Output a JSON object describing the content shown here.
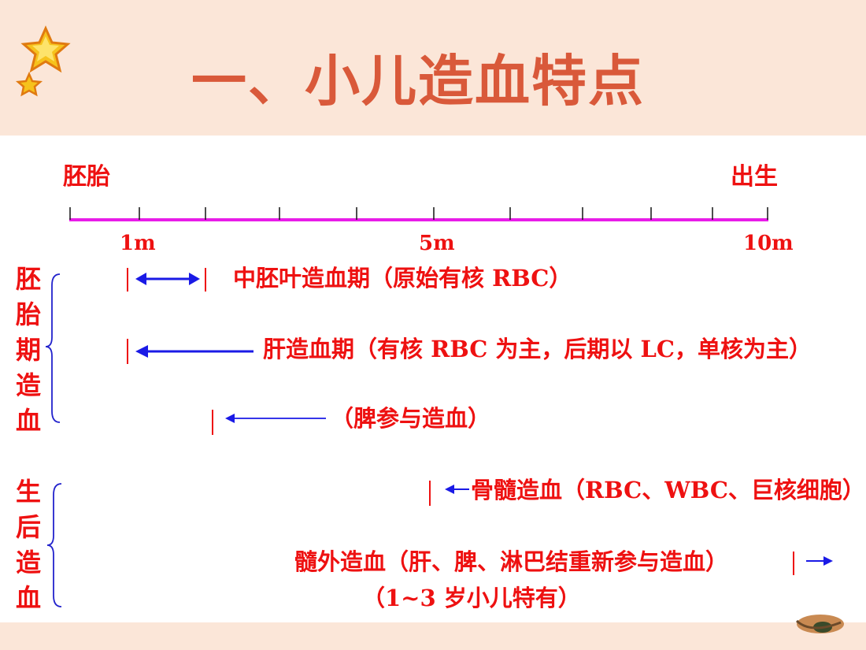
{
  "title": "一、小儿造血特点",
  "timeline": {
    "start_label": "胚胎",
    "end_label": "出生",
    "tick_labels": [
      "1m",
      "5m",
      "10m"
    ],
    "line_color": "#e81ce8"
  },
  "prenatal": {
    "side_label": [
      "胚",
      "胎",
      "期",
      "造",
      "血"
    ],
    "stages": [
      "中胚叶造血期（原始有核 RBC）",
      "肝造血期（有核 RBC 为主，后期以 LC，单核为主）",
      "（脾参与造血）"
    ]
  },
  "postnatal": {
    "side_label": [
      "生",
      "后",
      "造",
      "血"
    ],
    "stages": [
      "骨髓造血（RBC、WBC、巨核细胞）",
      "髓外造血（肝、脾、淋巴结重新参与造血）",
      "（1~3 岁小儿特有）"
    ]
  },
  "colors": {
    "text_red": "#ee1111",
    "title_orange": "#d9593a",
    "arrow_blue": "#1a1ae6",
    "bracket_blue": "#2222cc",
    "band": "#fbe6d8"
  },
  "icons": [
    "star-icon",
    "star-icon",
    "decorative-figure"
  ]
}
